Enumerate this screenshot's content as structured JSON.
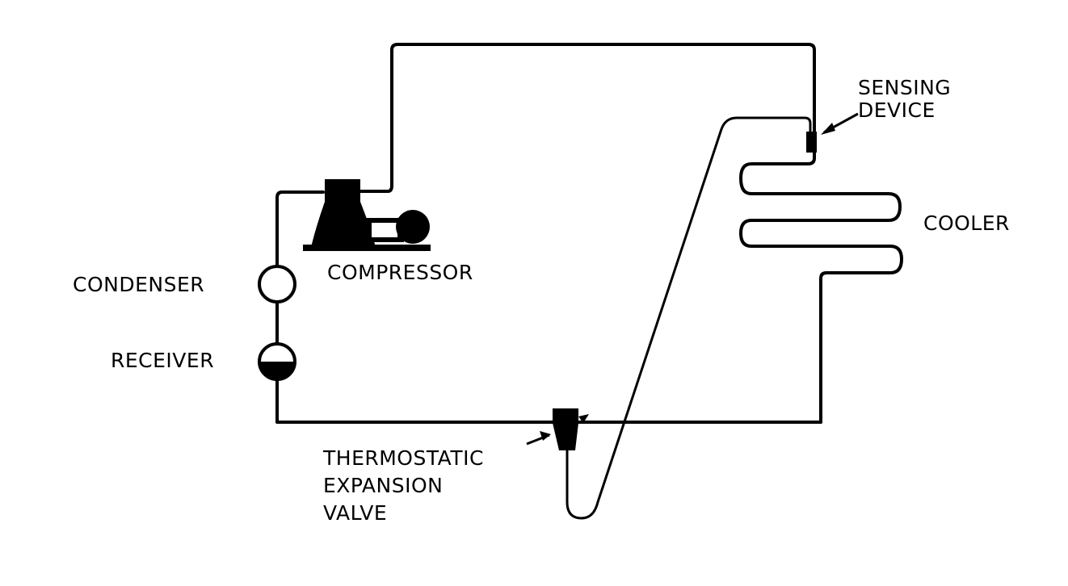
{
  "diagram": {
    "labels": {
      "sensing_device": [
        "SENSING",
        "DEVICE"
      ],
      "cooler": "COOLER",
      "condenser": "CONDENSER",
      "compressor": "COMPRESSOR",
      "receiver": "RECEIVER",
      "expansion_valve": [
        "THERMOSTATIC",
        "EXPANSION",
        "VALVE"
      ]
    },
    "colors": {
      "line": "#000000",
      "background": "#ffffff"
    }
  }
}
